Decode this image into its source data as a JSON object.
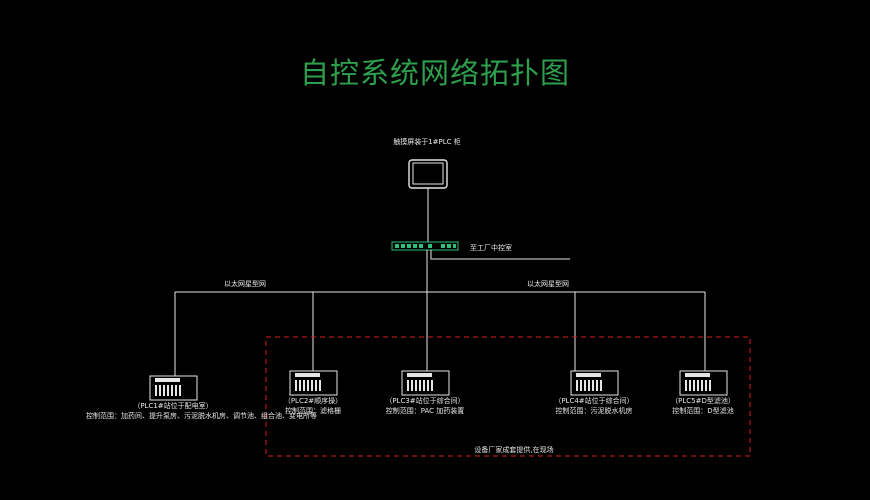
{
  "title": "自控系统网络拓扑图",
  "monitor_label": "触摸屏装于1#PLC 柜",
  "switch_label": "至工厂中控室",
  "ethernet_left": "以太网星型网",
  "ethernet_right": "以太网星型网",
  "vendor_box_label": "设备厂家成套提供,在现场",
  "colors": {
    "background": "#000000",
    "title": "#2e9f4c",
    "lines": "#e6e6e6",
    "dashed_box": "#d81e1e",
    "switch": "#2fbf7a"
  },
  "plcs": [
    {
      "id": "plc1",
      "name": "（PLC1#站位于配电室）",
      "scope": "控制范围：加药间、提升泵房、污泥脱水机房、调节池、组合池、变电所等"
    },
    {
      "id": "plc2",
      "name": "（PLC2#顺序操）",
      "scope": "控制范围：滤格栅"
    },
    {
      "id": "plc3",
      "name": "（PLC3#站位于综合间）",
      "scope": "控制范围：PAC 加药装置"
    },
    {
      "id": "plc4",
      "name": "（PLC4#站位于综合间）",
      "scope": "控制范围：污泥脱水机房"
    },
    {
      "id": "plc5",
      "name": "（PLC5#D型滤池）",
      "scope": "控制范围：D型滤池"
    }
  ]
}
